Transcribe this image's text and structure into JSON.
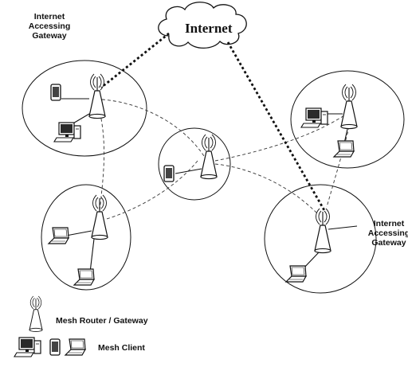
{
  "cloud": {
    "label": "Internet"
  },
  "gateway_left": {
    "lines": [
      "Internet",
      "Accessing",
      "Gateway"
    ]
  },
  "gateway_right": {
    "lines": [
      "Internet",
      "Accessing",
      "Gateway"
    ]
  },
  "legend": {
    "router_label": "Mesh Router / Gateway",
    "client_label": "Mesh Client"
  },
  "icons": [
    "router-icon",
    "laptop-icon",
    "desktop-pc-icon",
    "tablet-icon",
    "cloud-icon"
  ],
  "colors": {
    "stroke": "#111111",
    "background": "#ffffff"
  }
}
